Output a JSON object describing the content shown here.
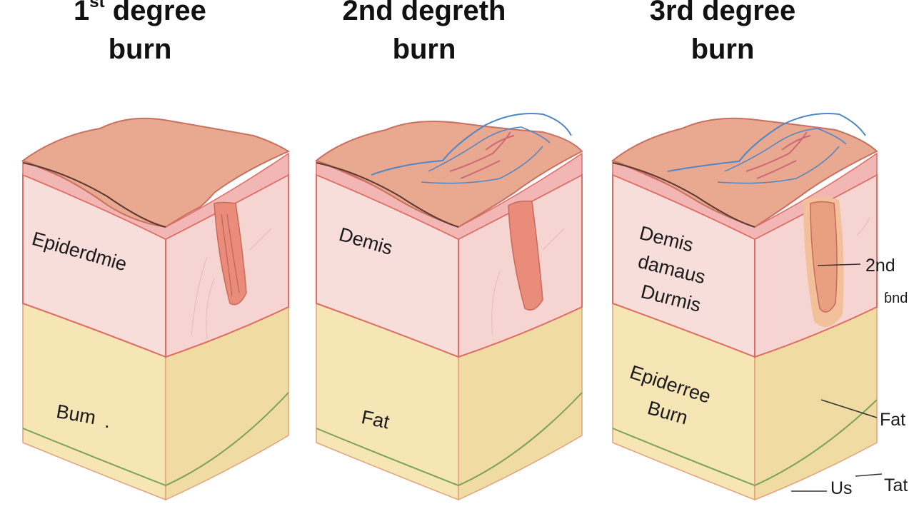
{
  "titles": {
    "first": {
      "number": "1",
      "superscript": "st",
      "word": " degree",
      "line2": "burn"
    },
    "second": {
      "line1": "2nd degreth",
      "line2": "burn"
    },
    "third": {
      "line1": "3rd degree",
      "line2": "burn"
    }
  },
  "labels": {
    "block1_upper": "Epiderdmie",
    "block1_lower": "Bum",
    "block1_dot": ".",
    "block2_upper": "Demis",
    "block2_lower": "Fat",
    "block3_upper_1": "Demis",
    "block3_upper_2": "damaus",
    "block3_upper_3": "Durmis",
    "block3_lower_1": "Epiderree",
    "block3_lower_2": "Burn"
  },
  "side_labels": {
    "second_a": "2nd",
    "second_b": "ɓnd",
    "fat": "Fat",
    "bottom_left": "Us",
    "bottom_right": "Tat"
  },
  "colors": {
    "surface": "#e8a990",
    "surface_edge": "#c97060",
    "epidermis_band": "#f2b7b4",
    "dermis": "#f8dedb",
    "dermis_side": "#f6d4d2",
    "fat": "#f6e6b6",
    "fat_side": "#f0dca3",
    "outline": "#e06b63",
    "fat_line": "#7aa15a",
    "vessel_blue": "#4f86c6",
    "wound": "#e98c7a"
  }
}
